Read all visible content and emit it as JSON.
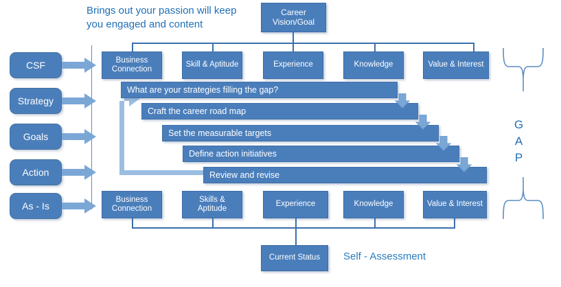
{
  "caption": {
    "headline": "Brings out your passion will keep you engaged and content",
    "self_assessment": "Self - Assessment",
    "gap": "GAP"
  },
  "vision": {
    "label": "Career Vision/Goal"
  },
  "sidebar": {
    "items": [
      {
        "label": "CSF"
      },
      {
        "label": "Strategy"
      },
      {
        "label": "Goals"
      },
      {
        "label": "Action"
      },
      {
        "label": "As  - Is"
      }
    ]
  },
  "csf_row": {
    "cells": [
      {
        "label": "Business Connection"
      },
      {
        "label": "Skill & Aptitude"
      },
      {
        "label": "Experience"
      },
      {
        "label": "Knowledge"
      },
      {
        "label": "Value & Interest"
      }
    ]
  },
  "steps": [
    {
      "label": "What  are your strategies filling the gap?"
    },
    {
      "label": "Craft the career road map"
    },
    {
      "label": "Set the measurable targets"
    },
    {
      "label": "Define action initiatives"
    },
    {
      "label": "Review and revise"
    }
  ],
  "asis_row": {
    "cells": [
      {
        "label": "Business Connection"
      },
      {
        "label": "Skills & Aptitude"
      },
      {
        "label": "Experience"
      },
      {
        "label": "Knowledge"
      },
      {
        "label": "Value & Interest"
      }
    ]
  },
  "current_status": {
    "label": "Current Status"
  },
  "colors": {
    "box_fill": "#4a7ebb",
    "box_stroke": "#3a6aa5",
    "arrow_fill": "#7ba7d7",
    "connector": "#3a6fad",
    "text_blue": "#1f6fb5",
    "brace_stroke": "#5b8cc4"
  }
}
